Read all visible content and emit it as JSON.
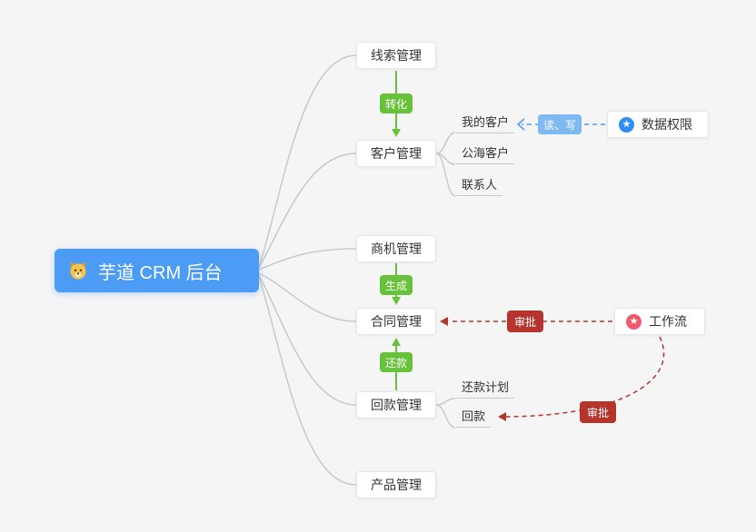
{
  "colors": {
    "background": "#f5f5f6",
    "root_bg": "#4c9bf5",
    "node_bg": "#ffffff",
    "green_accent": "#67c23a",
    "blue_badge": "#7eb9f1",
    "blue_accent": "#4c9bf5",
    "red_accent": "#b5342e",
    "gray_line": "#c9c9c9",
    "data_permission_icon": "#2f8ef3",
    "workflow_icon": "#f0586c"
  },
  "nodes": {
    "root": {
      "label": "芋道 CRM 后台"
    },
    "lead": {
      "label": "线索管理"
    },
    "customer": {
      "label": "客户管理"
    },
    "opportunity": {
      "label": "商机管理"
    },
    "contract": {
      "label": "合同管理"
    },
    "receivable": {
      "label": "回款管理"
    },
    "product": {
      "label": "产品管理"
    },
    "data_permission": {
      "label": "数据权限"
    },
    "workflow": {
      "label": "工作流"
    }
  },
  "sub_items": {
    "customer": [
      "我的客户",
      "公海客户",
      "联系人"
    ],
    "receivable": [
      "还款计划",
      "回款"
    ]
  },
  "edge_labels": {
    "convert": "转化",
    "generate": "生成",
    "repay": "还款",
    "read_write": "读、写",
    "approve_contract": "审批",
    "approve_receivable": "审批"
  },
  "icons": {
    "root": "dog-emoji",
    "data_permission": "star-in-blue-circle",
    "workflow": "star-in-pink-circle"
  }
}
